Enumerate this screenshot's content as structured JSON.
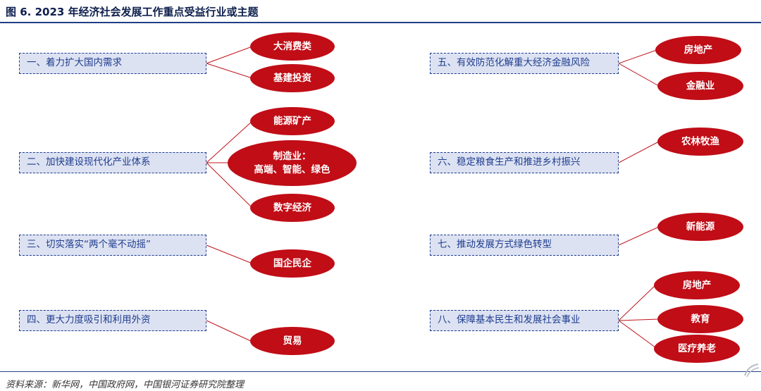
{
  "figure": {
    "title": "图 6. 2023 年经济社会发展工作重点受益行业或主题",
    "source": "资料来源：新华网，中国政府网，中国银河证券研究院整理"
  },
  "left_items": [
    {
      "label": "一、着力扩大国内需求",
      "targets": [
        "大消费类",
        "基建投资"
      ]
    },
    {
      "label": "二、加快建设现代化产业体系",
      "targets": [
        "能源矿产",
        "制造业：\n高端、智能、绿色",
        "数字经济"
      ]
    },
    {
      "label": "三、切实落实“两个毫不动摇”",
      "targets": [
        "国企民企"
      ]
    },
    {
      "label": "四、更大力度吸引和利用外资",
      "targets": [
        "贸易"
      ]
    }
  ],
  "right_items": [
    {
      "label": "五、有效防范化解重大经济金融风险",
      "targets": [
        "房地产",
        "金融业"
      ]
    },
    {
      "label": "六、稳定粮食生产和推进乡村振兴",
      "targets": [
        "农林牧渔"
      ]
    },
    {
      "label": "七、推动发展方式绿色转型",
      "targets": [
        "新能源"
      ]
    },
    {
      "label": "八、保障基本民生和发展社会事业",
      "targets": [
        "房地产",
        "教育",
        "医疗养老"
      ]
    }
  ],
  "colors": {
    "box_fill": "#dde2f2",
    "box_border": "#1f3d8f",
    "oval_fill": "#c00d16",
    "connector": "#c0141c"
  }
}
